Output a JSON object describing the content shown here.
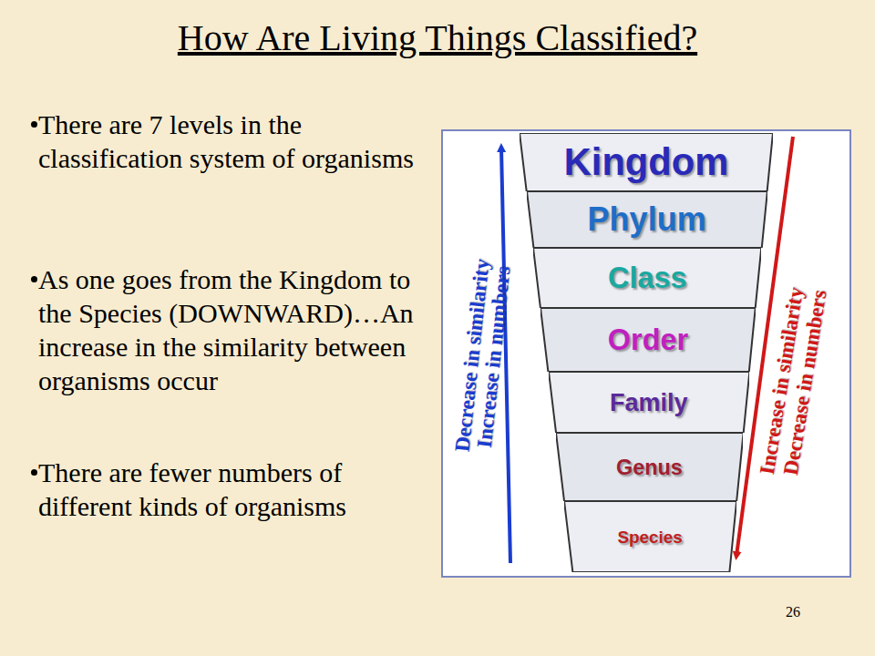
{
  "diagram": {
    "title": "How Are Living Things Classified?",
    "nodes": [
      {
        "text": [
          "Kingdom"
        ]
      },
      {
        "text": [
          "Phylum"
        ]
      },
      {
        "text": [
          "Class"
        ]
      },
      {
        "text": [
          "Order"
        ]
      },
      {
        "text": [
          "Family"
        ]
      },
      {
        "text": [
          "Genus"
        ]
      },
      {
        "text": [
          "Species"
        ]
      }
    ],
    "labels": [
      "There are 7 levels in the classification system of organisms",
      "As one goes from the Kingdom to the Species (DOWNWARD)…An increase in the similarity between organisms occur",
      "There are fewer numbers of different kinds of organisms",
      "Decrease in similarity",
      "Increase in numbers",
      "Increase in similarity",
      "Decrease in numbers",
      "26"
    ]
  }
}
